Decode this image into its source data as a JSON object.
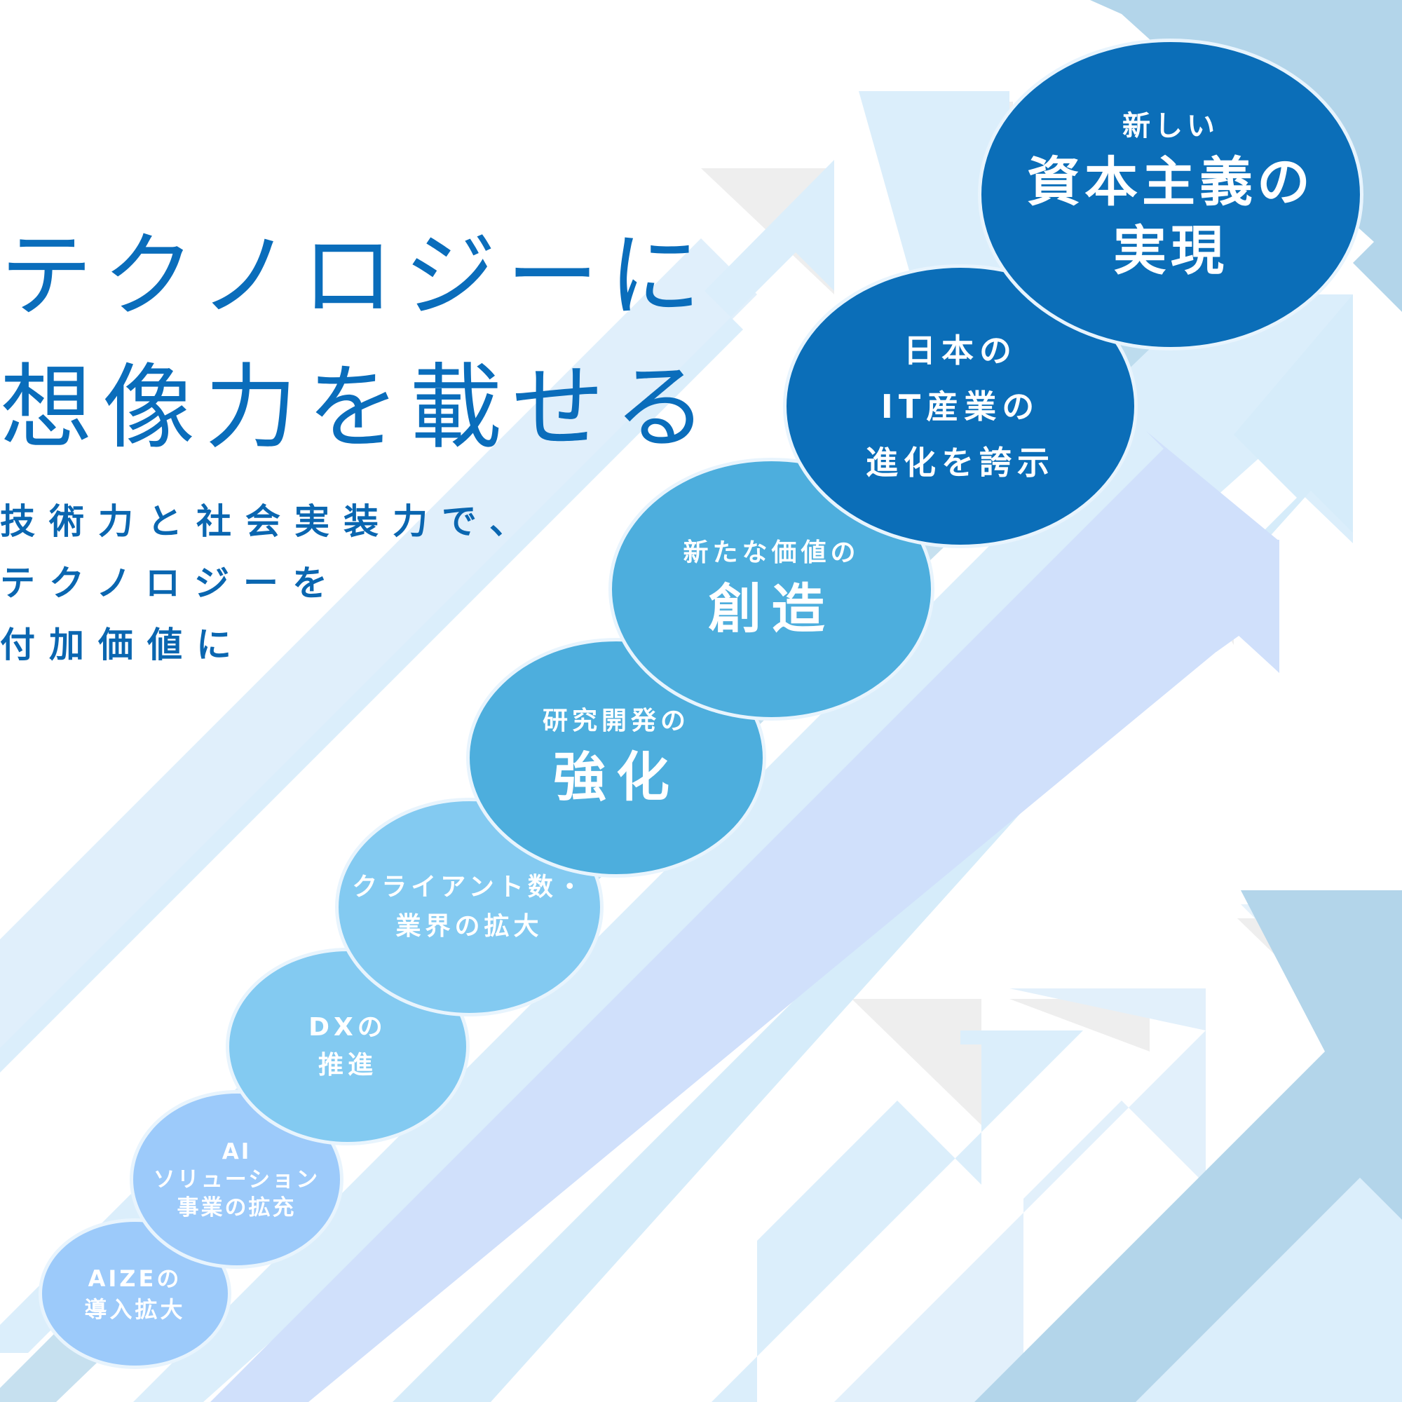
{
  "headline": {
    "line1": "テクノロジーに",
    "line2": "想像力を載せる"
  },
  "subtext": {
    "line1": "技術力と社会実装力で、",
    "line2": "テクノロジーを",
    "line3": "付加価値に"
  },
  "steps": [
    {
      "lines": [
        "AIZEの",
        "導入拡大"
      ]
    },
    {
      "lines": [
        "AI",
        "ソリューション",
        "事業の拡充"
      ]
    },
    {
      "lines": [
        "DXの",
        "推進"
      ]
    },
    {
      "lines": [
        "クライアント数・",
        "業界の拡大"
      ]
    },
    {
      "lines": [
        "研究開発の",
        "強化"
      ]
    },
    {
      "lines": [
        "新たな価値の",
        "創造"
      ]
    },
    {
      "lines": [
        "日本の",
        "IT産業の",
        "進化を誇示"
      ]
    },
    {
      "lines": [
        "新しい",
        "資本主義の",
        "実現"
      ]
    }
  ],
  "colors": {
    "headline": "#0a6dbb",
    "step_dark_blue": "#0b6eb8",
    "step_mid_blue": "#4daedd",
    "step_light_blue": "#83caf1",
    "step_pale_blue": "#9ccafa",
    "arrow_light": "#dbeefb",
    "arrow_mid": "#b3d5ea",
    "arrow_lavender": "#d0e0fb"
  }
}
